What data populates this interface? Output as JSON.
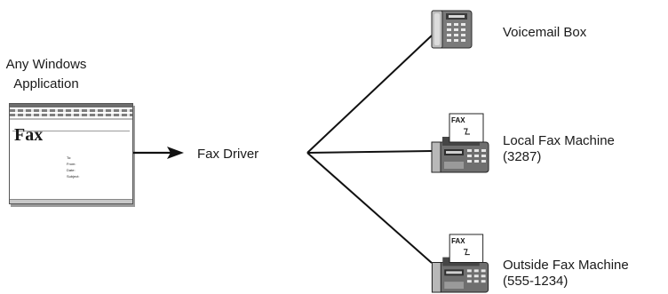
{
  "source": {
    "label_line1": "Any Windows",
    "label_line2": "Application",
    "document_title": "Fax",
    "document_fields": [
      "To:",
      "From:",
      "Date:",
      "Subject:"
    ]
  },
  "driver": {
    "label": "Fax Driver"
  },
  "destinations": [
    {
      "icon": "telephone-icon",
      "label_line1": "Voicemail Box",
      "label_line2": ""
    },
    {
      "icon": "fax-machine-icon",
      "paper_text": "FAX",
      "label_line1": "Local Fax Machine",
      "label_line2": "(3287)"
    },
    {
      "icon": "fax-machine-icon",
      "paper_text": "FAX",
      "label_line1": "Outside Fax Machine",
      "label_line2": "(555-1234)"
    }
  ]
}
